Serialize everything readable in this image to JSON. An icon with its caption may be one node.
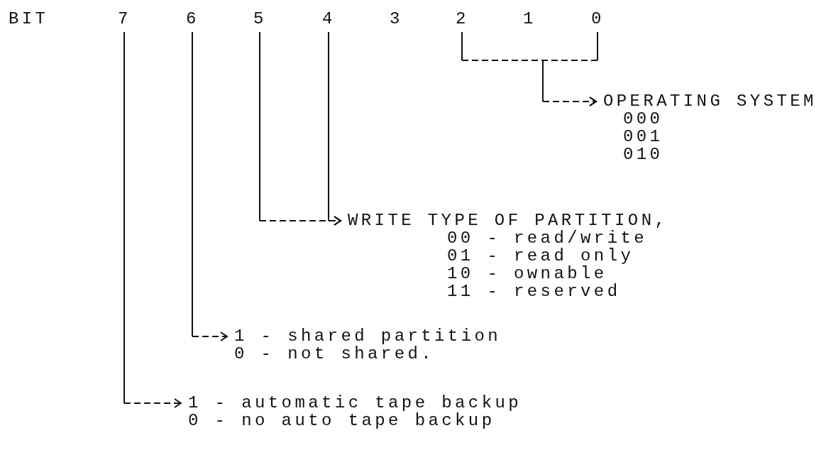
{
  "diagram": {
    "nodes": [
      {
        "text": [
          "7"
        ]
      },
      {
        "text": [
          "6"
        ]
      },
      {
        "text": [
          "5"
        ]
      },
      {
        "text": [
          "4"
        ]
      },
      {
        "text": [
          "3"
        ]
      },
      {
        "text": [
          "2"
        ]
      },
      {
        "text": [
          "1"
        ]
      },
      {
        "text": [
          "0"
        ]
      },
      {
        "text": [
          "OPERATING SYSTEM",
          "000",
          "001",
          "010"
        ]
      },
      {
        "text": [
          "WRITE TYPE OF PARTITION,",
          "00 - read/write",
          "01 - read only",
          "10 - ownable",
          "11 - reserved"
        ]
      },
      {
        "text": [
          "1 - shared partition",
          "0 - not shared."
        ]
      },
      {
        "text": [
          "1 - automatic tape backup",
          "0 - no auto tape backup"
        ]
      }
    ],
    "edges": [
      {
        "from": 5,
        "to": 8,
        "arrow": "to"
      },
      {
        "from": 7,
        "to": 8,
        "arrow": "to"
      },
      {
        "from": 2,
        "to": 9,
        "arrow": "to"
      },
      {
        "from": 3,
        "to": 9,
        "arrow": "to"
      },
      {
        "from": 1,
        "to": 10,
        "arrow": "to"
      },
      {
        "from": 0,
        "to": 11,
        "arrow": "to"
      }
    ],
    "labels": [
      "BIT"
    ]
  }
}
